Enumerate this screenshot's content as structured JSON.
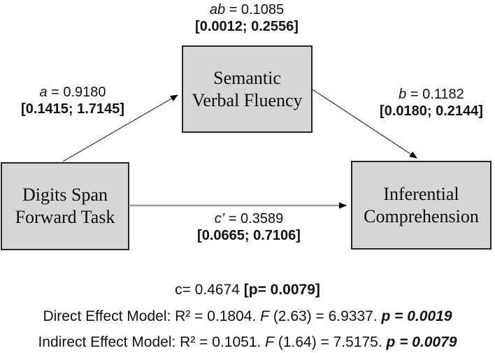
{
  "colors": {
    "background": "#ffffff",
    "box_fill": "#d6d6d6",
    "box_border": "#262626",
    "arrow_diagonal": "#333333",
    "arrow_horizontal": "#9b9b9b",
    "arrowhead": "#000000"
  },
  "nodes": {
    "predictor": {
      "lines": [
        "Digits Span",
        "Forward Task"
      ]
    },
    "mediator": {
      "lines": [
        "Semantic",
        "Verbal Fluency"
      ]
    },
    "outcome": {
      "lines": [
        "Inferential",
        "Comprehension"
      ]
    }
  },
  "paths": {
    "ab": {
      "var": "ab",
      "eq": "= 0.1085",
      "ci": "[0.0012; 0.2556]"
    },
    "a": {
      "var": "a",
      "eq": "= 0.9180",
      "ci": "[0.1415; 1.7145]"
    },
    "b": {
      "var": "b",
      "eq": "= 0.1182",
      "ci": "[0.0180; 0.2144]"
    },
    "c_prime": {
      "var": "c’",
      "eq": "= 0.3589",
      "ci": "[0.0665; 0.7106]"
    }
  },
  "stats": {
    "total_effect": {
      "normal": "c= 0.4674 ",
      "bold": "[p= 0.0079]"
    },
    "direct_model": {
      "prefix": "Direct Effect Model: R² = 0.1804. ",
      "f": "F",
      "mid": " (2.63) = 6.9337. ",
      "p": "p = 0.0019"
    },
    "indirect_model": {
      "prefix": "Indirect Effect Model: R² = 0.1051. ",
      "f": "F",
      "mid": " (1.64) = 7.5175. ",
      "p": "p = 0.0079"
    }
  }
}
